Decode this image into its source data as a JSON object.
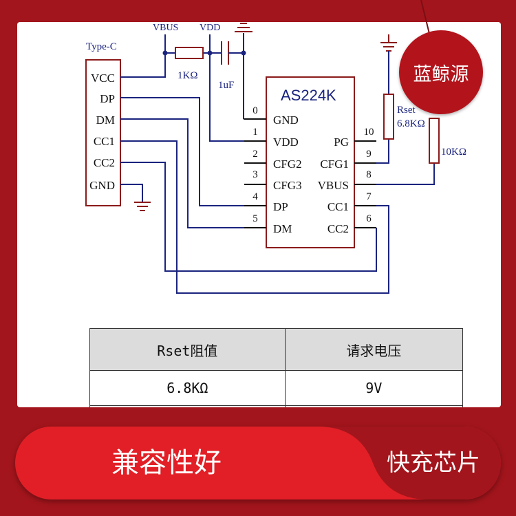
{
  "connector": {
    "title": "Type-C",
    "pins": [
      "VCC",
      "DP",
      "DM",
      "CC1",
      "CC2",
      "GND"
    ]
  },
  "chip": {
    "name": "AS224K",
    "left_pins": [
      {
        "num": "0",
        "label": "GND"
      },
      {
        "num": "1",
        "label": "VDD"
      },
      {
        "num": "2",
        "label": "CFG2"
      },
      {
        "num": "3",
        "label": "CFG3"
      },
      {
        "num": "4",
        "label": "DP"
      },
      {
        "num": "5",
        "label": "DM"
      }
    ],
    "right_pins": [
      {
        "num": "10",
        "label": "PG"
      },
      {
        "num": "9",
        "label": "CFG1"
      },
      {
        "num": "8",
        "label": "VBUS"
      },
      {
        "num": "7",
        "label": "CC1"
      },
      {
        "num": "6",
        "label": "CC2"
      }
    ]
  },
  "labels": {
    "vbus": "VBUS",
    "vdd": "VDD",
    "resistor_1k": "1KΩ",
    "capacitor": "1uF",
    "rset": "Rset",
    "rset_value": "6.8KΩ",
    "resistor_10k": "10KΩ"
  },
  "table": {
    "headers": [
      "Rset阻值",
      "请求电压"
    ],
    "rows": [
      [
        "6.8KΩ",
        "9V"
      ]
    ]
  },
  "badge": {
    "text": "蓝鲸源"
  },
  "banner": {
    "left": "兼容性好",
    "right": "快充芯片"
  },
  "colors": {
    "background": "#a3151c",
    "accent": "#e21f26",
    "wire": "#1a237e",
    "component": "#8b1a1a"
  }
}
